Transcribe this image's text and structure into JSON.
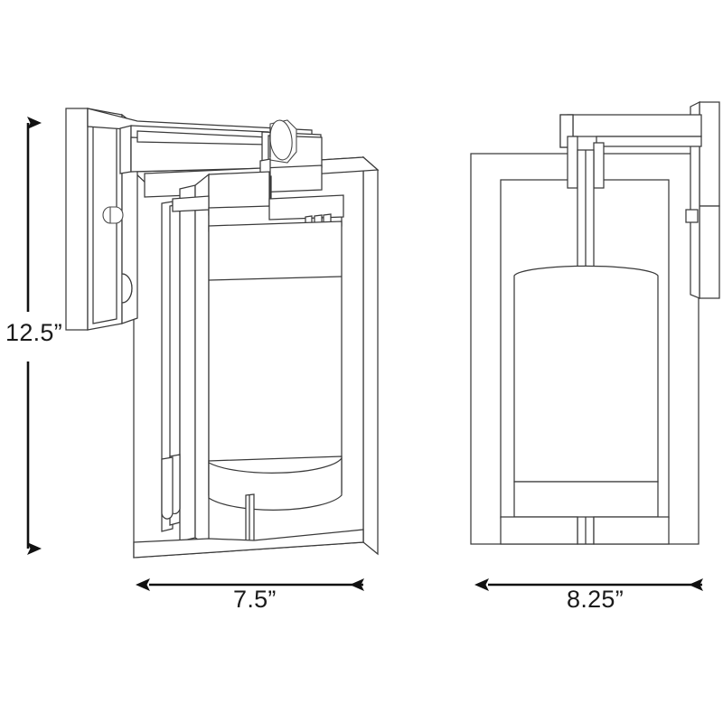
{
  "document": {
    "type": "product-dimension-drawing",
    "subject": "wall lantern light fixture",
    "background_color": "#ffffff",
    "line_color": "#3a3a3a",
    "text_color": "#1a1a1a"
  },
  "dimensions": {
    "height": {
      "value": "12.5”",
      "orientation": "vertical",
      "icon": "double-headed-arrow-vertical-icon"
    },
    "width_front": {
      "value": "7.5”",
      "orientation": "horizontal",
      "icon": "double-headed-arrow-horizontal-icon"
    },
    "width_side": {
      "value": "8.25”",
      "orientation": "horizontal",
      "icon": "double-headed-arrow-horizontal-icon"
    }
  },
  "views": {
    "perspective": {
      "name": "perspective-view",
      "parts": [
        "wall-mount-backplate",
        "mounting-screw-boss",
        "support-arm",
        "cylindrical-finial",
        "outer-cage-frame",
        "inner-frame",
        "cylindrical-glass-shade",
        "shade-bottom-band",
        "bottom-stem"
      ]
    },
    "side": {
      "name": "side-profile-view",
      "parts": [
        "wall-mount-backplate",
        "backplate-tab",
        "support-arm",
        "cylindrical-finial",
        "outer-cage-frame",
        "inner-frame",
        "cylindrical-glass-shade",
        "shade-bottom-band",
        "center-stem"
      ]
    }
  }
}
